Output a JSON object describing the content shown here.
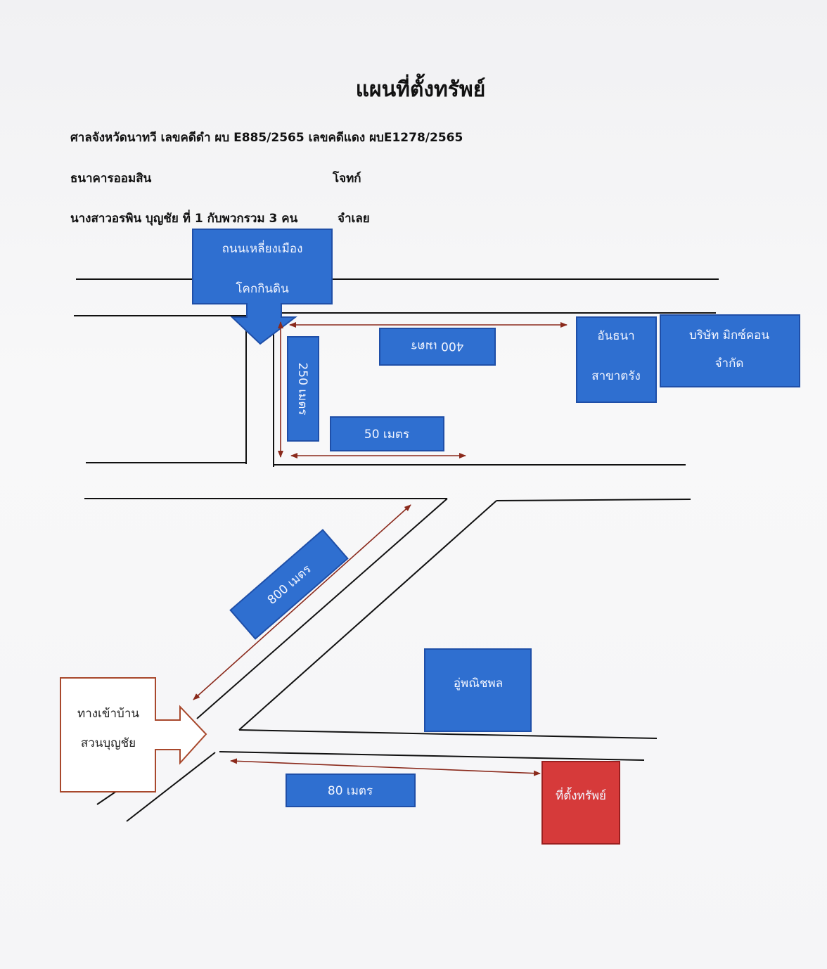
{
  "title": "แผนที่ตั้งทรัพย์",
  "header": {
    "court_line": "ศาลจังหวัดนาทวี เลขคดีดำ ผบ E885/2565 เลขคดีแดง ผบE1278/2565",
    "plaintiff_name": "ธนาคารออมสิน",
    "plaintiff_role": "โจทก์",
    "defendant_name": "นางสาวอรพิน  บุญชัย ที่ 1 กับพวกรวม 3 คน",
    "defendant_role": "จำเลย"
  },
  "map": {
    "road_sign": {
      "line1": "ถนนเหลี่ยงเมือง",
      "line2": "โคกกินดิน"
    },
    "distances": {
      "d400": "400 เมตร",
      "d250": "250 เมตร",
      "d50": "50 เมตร",
      "d800": "800 เมตร",
      "d80": "80 เมตร"
    },
    "landmarks": {
      "bank": {
        "line1": "อันธนา",
        "line2": "สาขาตรัง"
      },
      "company": {
        "line1": "บริษัท มิกซ์คอน",
        "line2": "จำกัด"
      },
      "garage": "อู่พณิชพล",
      "village_entrance": {
        "line1": "ทางเข้าบ้าน",
        "line2": "สวนบุญชัย"
      },
      "property": "ที่ตั้งทรัพย์"
    },
    "colors": {
      "box_blue": "#2f6fd0",
      "box_border": "#1f4fa8",
      "property_red": "#d63a3a",
      "arrow_brown": "#8b2a1c",
      "road_line": "#111111"
    }
  }
}
